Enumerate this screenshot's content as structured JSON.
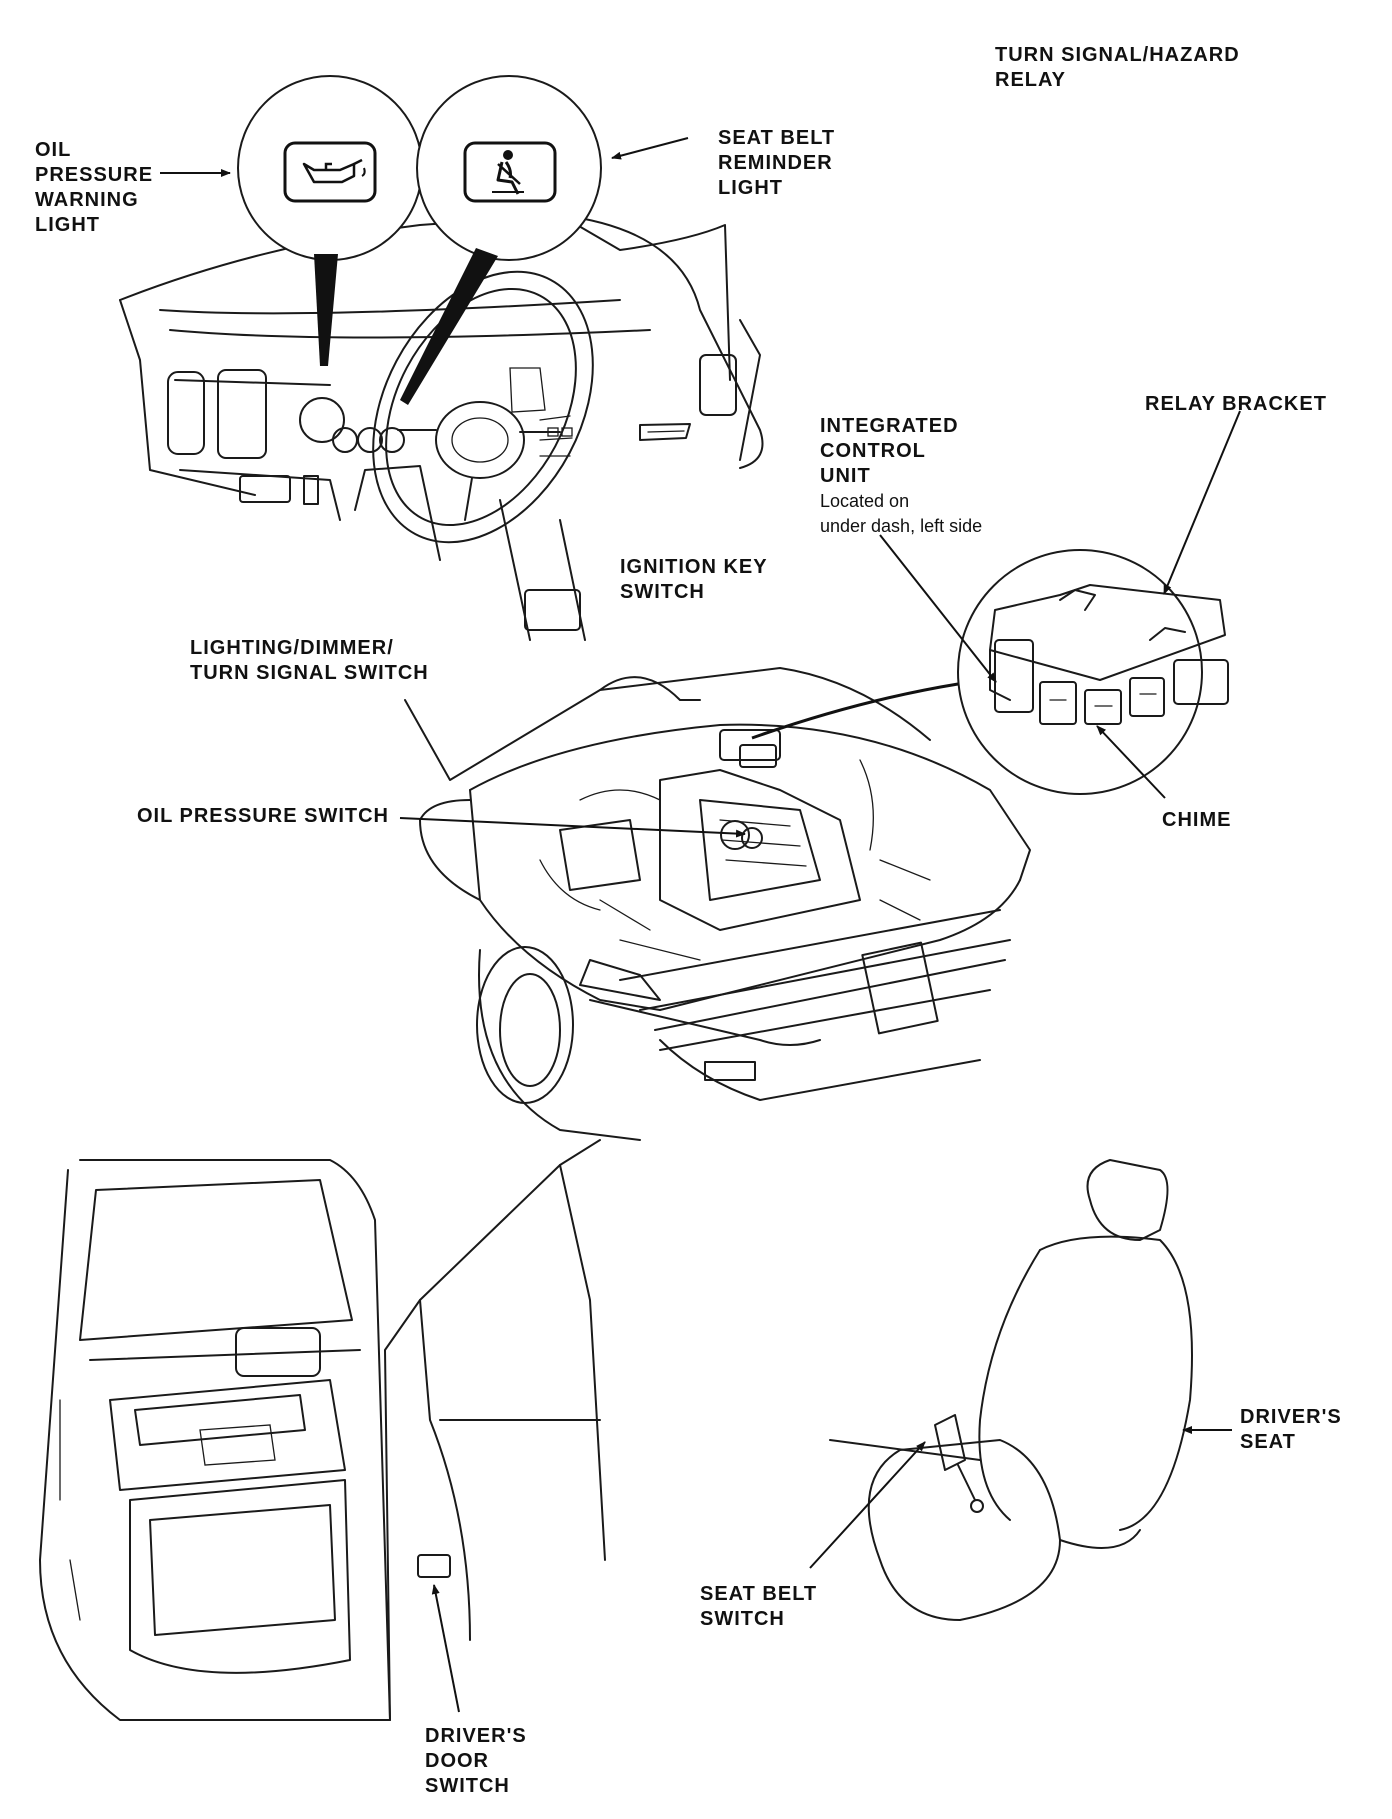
{
  "labels": {
    "turn_signal_relay": [
      "TURN SIGNAL/HAZARD",
      "RELAY"
    ],
    "oil_pressure_light": [
      "OIL",
      "PRESSURE",
      "WARNING",
      "LIGHT"
    ],
    "seat_belt_light": [
      "SEAT BELT",
      "REMINDER",
      "LIGHT"
    ],
    "integrated_control_unit": [
      "INTEGRATED",
      "CONTROL",
      "UNIT"
    ],
    "icu_note": [
      "Located on",
      "under dash, left side"
    ],
    "relay_bracket": "RELAY BRACKET",
    "ignition_key_switch": [
      "IGNITION KEY",
      "SWITCH"
    ],
    "lighting_switch": [
      "LIGHTING/DIMMER/",
      "TURN SIGNAL SWITCH"
    ],
    "oil_pressure_switch": "OIL PRESSURE SWITCH",
    "chime": "CHIME",
    "drivers_seat": [
      "DRIVER'S",
      "SEAT"
    ],
    "seat_belt_switch": [
      "SEAT BELT",
      "SWITCH"
    ],
    "drivers_door_switch": [
      "DRIVER'S",
      "DOOR",
      "SWITCH"
    ]
  },
  "icons": {
    "oil_light": "oil-can-icon",
    "seat_belt_light": "seat-belt-icon"
  }
}
